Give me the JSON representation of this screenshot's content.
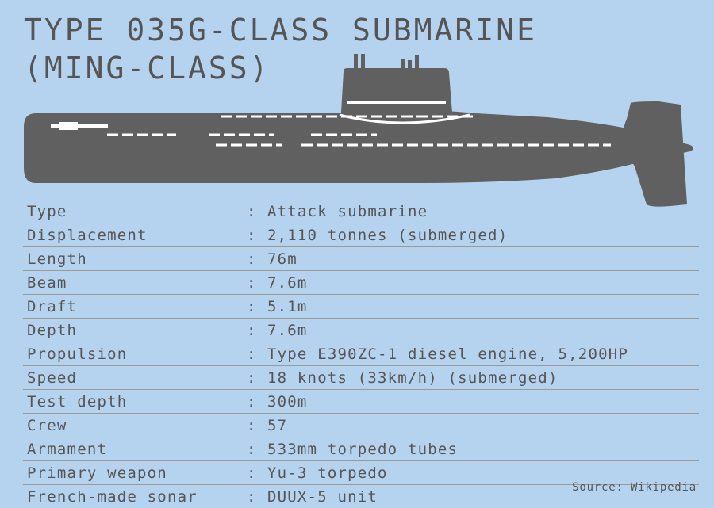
{
  "title": {
    "line1": "TYPE 035G-CLASS SUBMARINE",
    "line2": "(MING-CLASS)"
  },
  "separator": ":",
  "specs": [
    {
      "label": "Type",
      "value": "Attack submarine"
    },
    {
      "label": "Displacement",
      "value": "2,110 tonnes (submerged)"
    },
    {
      "label": "Length",
      "value": "76m"
    },
    {
      "label": "Beam",
      "value": "7.6m"
    },
    {
      "label": "Draft",
      "value": "5.1m"
    },
    {
      "label": "Depth",
      "value": "7.6m"
    },
    {
      "label": "Propulsion",
      "value": "Type E390ZC-1 diesel engine, 5,200HP"
    },
    {
      "label": "Speed",
      "value": "18 knots (33km/h) (submerged)"
    },
    {
      "label": "Test depth",
      "value": "300m"
    },
    {
      "label": "Crew",
      "value": "57"
    },
    {
      "label": "Armament",
      "value": "533mm torpedo tubes"
    },
    {
      "label": "Primary weapon",
      "value": "Yu-3 torpedo"
    },
    {
      "label": "French-made sonar",
      "value": "DUUX-5 unit"
    }
  ],
  "source": "Source: Wikipedia",
  "colors": {
    "background": "#b5d3ef",
    "hull": "#606060",
    "text": "#555555",
    "hull_markings": "#ffffff"
  },
  "illustration": "submarine-silhouette"
}
